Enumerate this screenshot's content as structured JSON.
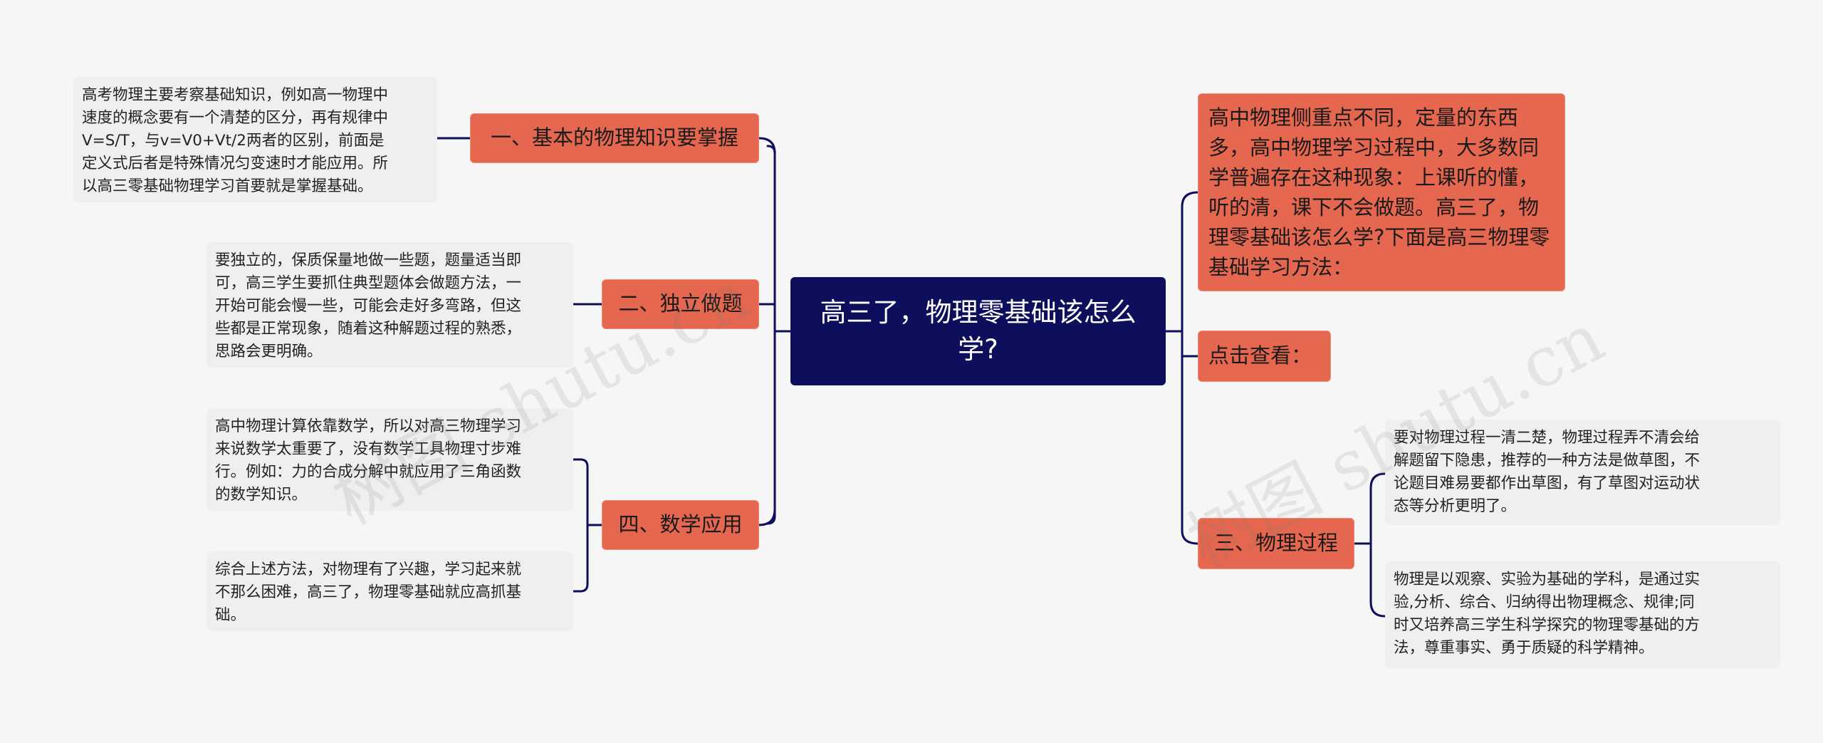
{
  "root": {
    "title": "高三了，物理零基础该怎么学?"
  },
  "left_branches": [
    {
      "label": "一、基本的物理知识要掌握",
      "leaves": [
        "高考物理主要考察基础知识，例如高一物理中\n速度的概念要有一个清楚的区分，再有规律中\nV=S/T，与v=V0+Vt/2两者的区别，前面是\n定义式后者是特殊情况匀变速时才能应用。所\n以高三零基础物理学习首要就是掌握基础。"
      ]
    },
    {
      "label": "二、独立做题",
      "leaves": [
        "要独立的，保质保量地做一些题，题量适当即\n可，高三学生要抓住典型题体会做题方法，一\n开始可能会慢一些，可能会走好多弯路，但这\n些都是正常现象，随着这种解题过程的熟悉，\n思路会更明确。"
      ]
    },
    {
      "label": "四、数学应用",
      "leaves": [
        "高中物理计算依靠数学，所以对高三物理学习\n来说数学太重要了，没有数学工具物理寸步难\n行。例如：力的合成分解中就应用了三角函数\n的数学知识。",
        "综合上述方法，对物理有了兴趣，学习起来就\n不那么困难，高三了，物理零基础就应高抓基\n础。"
      ]
    }
  ],
  "right_branches": [
    {
      "label": "高中物理侧重点不同，定量的东西多，高中物理学习过程中，大多数同学普遍存在这种现象：上课听的懂，听的清，课下不会做题。高三了，物理零基础该怎么学?下面是高三物理零基础学习方法："
    },
    {
      "label": "点击查看："
    },
    {
      "label": "三、物理过程",
      "leaves": [
        "要对物理过程一清二楚，物理过程弄不清会给\n解题留下隐患，推荐的一种方法是做草图，不\n论题目难易要都作出草图，有了草图对运动状\n态等分析更明了。",
        "物理是以观察、实验为基础的学科，是通过实\n验,分析、综合、归纳得出物理概念、规律;同\n时又培养高三学生科学探究的物理零基础的方\n法，尊重事实、勇于质疑的科学精神。"
      ]
    }
  ],
  "watermarks": [
    "树图 shutu.cn",
    "树图 shutu.cn"
  ],
  "colors": {
    "root": "#0d0f5c",
    "branch": "#e5674f",
    "leaf": "#efefef",
    "line": "#0d0f5c"
  }
}
